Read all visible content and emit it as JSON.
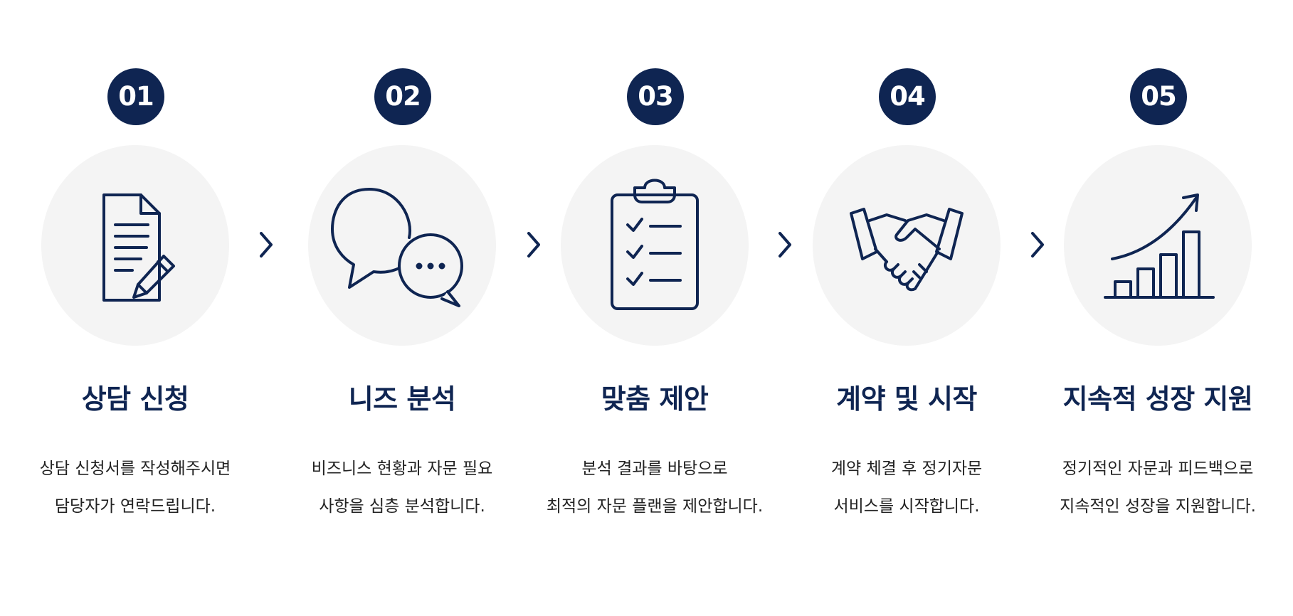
{
  "steps": [
    {
      "number": "01",
      "title": "상담 신청",
      "desc_line1": "상담 신청서를 작성해주시면",
      "desc_line2": "담당자가 연락드립니다.",
      "icon": "document-pencil-icon"
    },
    {
      "number": "02",
      "title": "니즈 분석",
      "desc_line1": "비즈니스 현황과 자문 필요",
      "desc_line2": "사항을 심층 분석합니다.",
      "icon": "chat-bubbles-icon"
    },
    {
      "number": "03",
      "title": "맞춤 제안",
      "desc_line1": "분석 결과를 바탕으로",
      "desc_line2": "최적의 자문 플랜을 제안합니다.",
      "icon": "clipboard-checklist-icon"
    },
    {
      "number": "04",
      "title": "계약 및 시작",
      "desc_line1": "계약 체결 후 정기자문",
      "desc_line2": "서비스를 시작합니다.",
      "icon": "handshake-icon"
    },
    {
      "number": "05",
      "title": "지속적 성장 지원",
      "desc_line1": "정기적인 자문과 피드백으로",
      "desc_line2": "지속적인 성장을 지원합니다.",
      "icon": "growth-chart-icon"
    }
  ],
  "colors": {
    "navy": "#0f2552",
    "icon_bg": "#f4f4f4",
    "text": "#222222"
  }
}
